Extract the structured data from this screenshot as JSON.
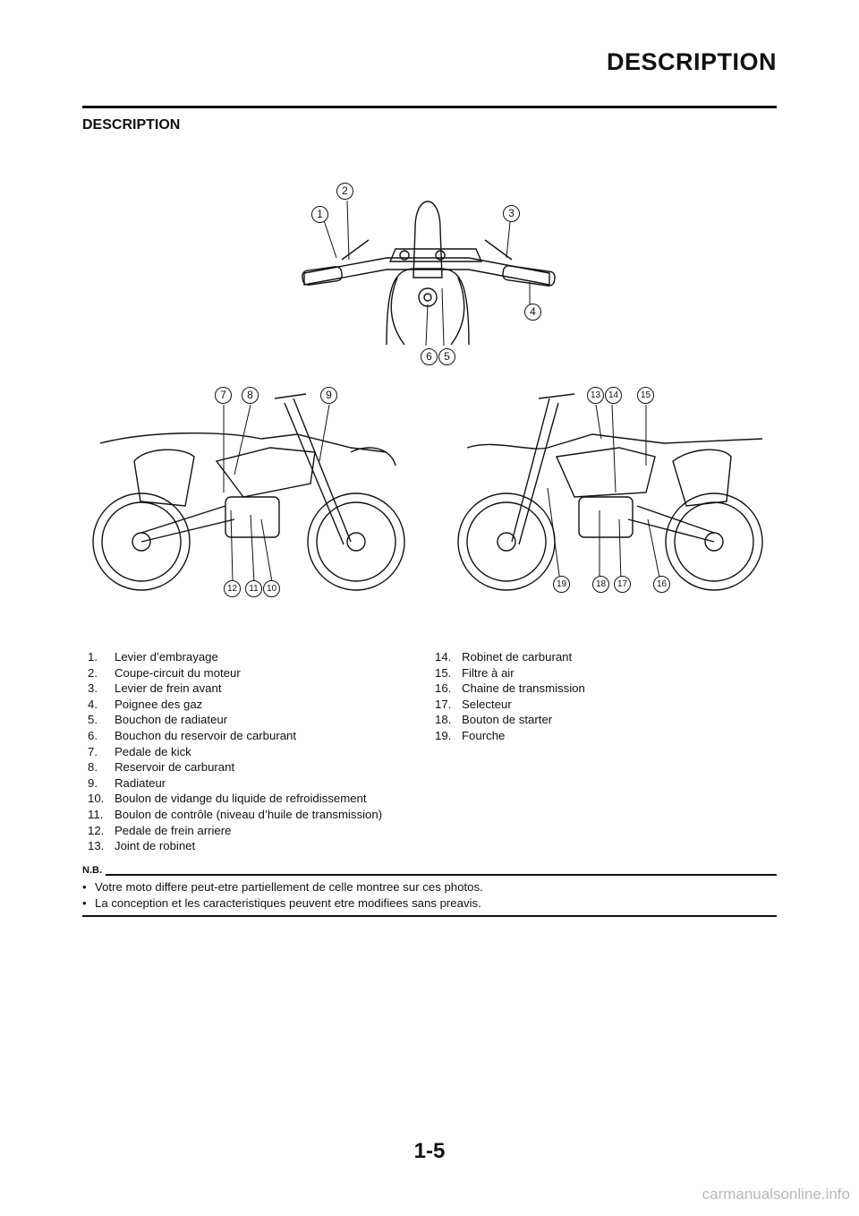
{
  "header": {
    "title": "DESCRIPTION"
  },
  "section": {
    "title": "DESCRIPTION"
  },
  "figure": {
    "callouts": [
      "1",
      "2",
      "3",
      "4",
      "5",
      "6",
      "7",
      "8",
      "9",
      "10",
      "11",
      "12",
      "13",
      "14",
      "15",
      "16",
      "17",
      "18",
      "19"
    ]
  },
  "legend": {
    "left": [
      {
        "num": "1.",
        "text": "Levier d’embrayage"
      },
      {
        "num": "2.",
        "text": "Coupe-circuit du moteur"
      },
      {
        "num": "3.",
        "text": "Levier de frein avant"
      },
      {
        "num": "4.",
        "text": "Poignee des gaz"
      },
      {
        "num": "5.",
        "text": "Bouchon de radiateur"
      },
      {
        "num": "6.",
        "text": "Bouchon du reservoir de carburant"
      },
      {
        "num": "7.",
        "text": "Pedale de kick"
      },
      {
        "num": "8.",
        "text": "Reservoir de carburant"
      },
      {
        "num": "9.",
        "text": "Radiateur"
      },
      {
        "num": "10.",
        "text": "Boulon de vidange du liquide de refroidissement"
      },
      {
        "num": "11.",
        "text": "Boulon de contrôle (niveau d’huile de transmission)"
      },
      {
        "num": "12.",
        "text": "Pedale de frein arriere"
      },
      {
        "num": "13.",
        "text": "Joint de robinet"
      }
    ],
    "right": [
      {
        "num": "14.",
        "text": "Robinet de carburant"
      },
      {
        "num": "15.",
        "text": "Filtre à air"
      },
      {
        "num": "16.",
        "text": "Chaine de transmission"
      },
      {
        "num": "17.",
        "text": "Selecteur"
      },
      {
        "num": "18.",
        "text": "Bouton de starter"
      },
      {
        "num": "19.",
        "text": "Fourche"
      }
    ]
  },
  "note": {
    "label": "N.B.",
    "bullet": "•",
    "items": [
      "Votre moto differe peut-etre partiellement de celle montree sur ces photos.",
      "La conception et les caracteristiques peuvent etre modifiees sans preavis."
    ]
  },
  "footer": {
    "page_number": "1-5",
    "watermark": "carmanualsonline.info"
  }
}
